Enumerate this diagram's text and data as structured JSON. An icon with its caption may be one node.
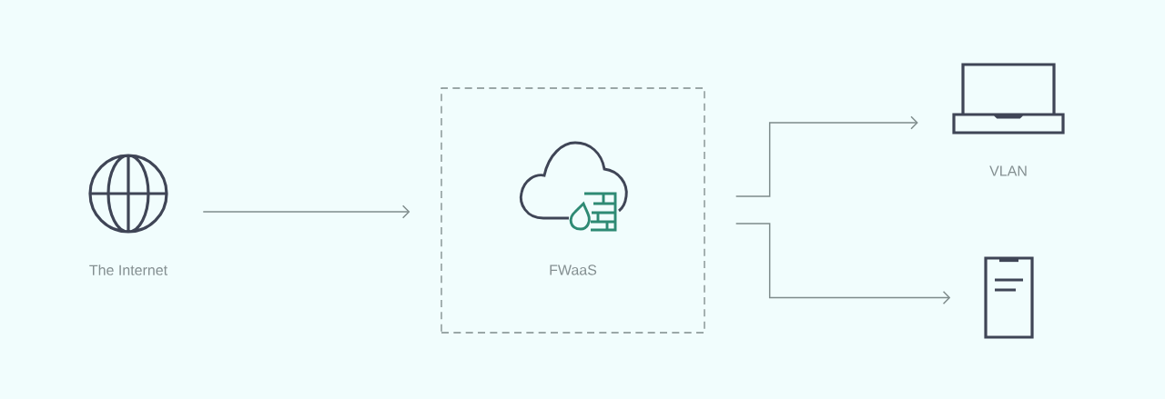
{
  "diagram": {
    "nodes": [
      {
        "text": [
          "The Internet"
        ]
      },
      {
        "text": [
          "FWaaS"
        ]
      },
      {
        "text": [
          "VLAN"
        ]
      },
      {
        "text": [],
        "shape": "picture"
      }
    ],
    "edges": [
      {
        "from": 0,
        "to": 1,
        "arrow": "to"
      },
      {
        "from": 1,
        "to": 2,
        "arrow": "to"
      },
      {
        "from": 1,
        "to": 3,
        "arrow": "to"
      }
    ]
  }
}
